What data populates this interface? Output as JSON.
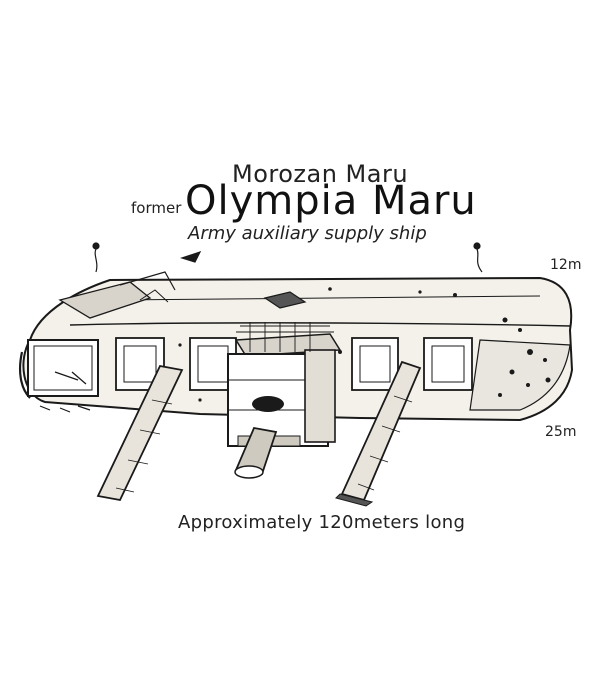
{
  "title": {
    "current_name": "Morozan Maru",
    "former_label": "former",
    "former_name": "Olympia Maru",
    "subtitle": "Army auxiliary supply ship"
  },
  "depth": {
    "top": "12m",
    "bottom": "25m"
  },
  "length": "Approximately 120meters long",
  "colors": {
    "ink": "#1a1a1a",
    "hull_fill": "#f4f1ea",
    "shadow": "#555555"
  }
}
